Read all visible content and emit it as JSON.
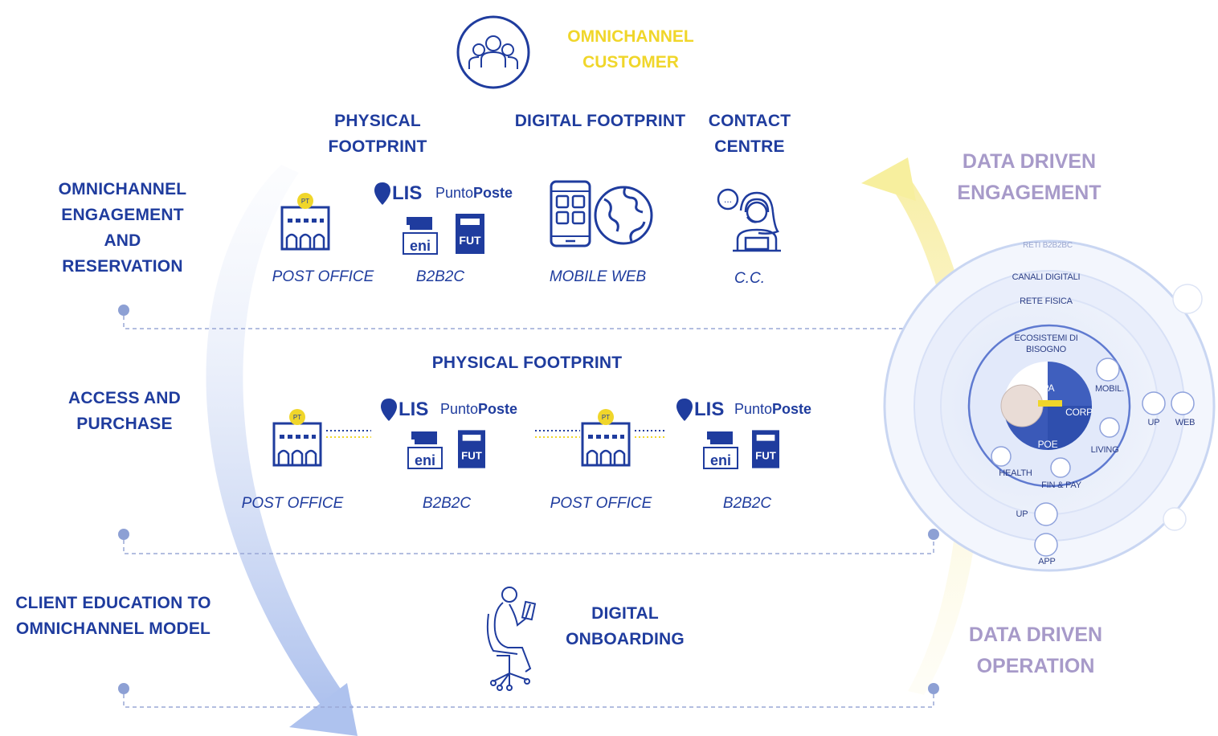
{
  "top": {
    "title": "OMNICHANNEL\nCUSTOMER",
    "title_line1": "OMNICHANNEL",
    "title_line2": "CUSTOMER"
  },
  "columns": {
    "physical": {
      "line1": "PHYSICAL",
      "line2": "FOOTPRINT"
    },
    "digital": "DIGITAL FOOTPRINT",
    "contact": {
      "line1": "CONTACT",
      "line2": "CENTRE"
    }
  },
  "rows": [
    {
      "label_lines": [
        "OMNICHANNEL",
        "ENGAGEMENT",
        "AND",
        "RESERVATION"
      ]
    },
    {
      "label_lines": [
        "ACCESS AND",
        "PURCHASE"
      ]
    },
    {
      "label_lines": [
        "CLIENT EDUCATION TO",
        "OMNICHANNEL MODEL"
      ]
    }
  ],
  "row1_items": [
    "POST OFFICE",
    "B2B2C",
    "MOBILE WEB",
    "C.C."
  ],
  "row2": {
    "title": "PHYSICAL FOOTPRINT",
    "items": [
      "POST OFFICE",
      "B2B2C",
      "POST OFFICE",
      "B2B2C"
    ]
  },
  "row3": {
    "line1": "DIGITAL",
    "line2": "ONBOARDING"
  },
  "brands": {
    "lis": "LIS",
    "punto": "Punto",
    "poste": "Poste",
    "eni": "eni",
    "fut": "FUT",
    "pt": "PT"
  },
  "right": {
    "engagement": {
      "line1": "DATA DRIVEN",
      "line2": "ENGAGEMENT"
    },
    "operation": {
      "line1": "DATA DRIVEN",
      "line2": "OPERATION"
    }
  },
  "ecosystem": {
    "rings": [
      "RETI B2B2BC",
      "CANALI DIGITALI",
      "RETE FISICA"
    ],
    "center_title_line1": "ECOSISTEMI DI",
    "center_title_line2": "BISOGNO",
    "quadrants": [
      "PA",
      "CORP",
      "POE"
    ],
    "orbit": [
      "MOBIL.",
      "LIVING",
      "FIN & PAY",
      "HEALTH",
      "UP",
      "WEB",
      "UP",
      "APP"
    ]
  },
  "colors": {
    "primary": "#1f3c9e",
    "yellow": "#f0d62a",
    "lavender": "#a79ac9",
    "light_blue": "#c9d6f2"
  }
}
